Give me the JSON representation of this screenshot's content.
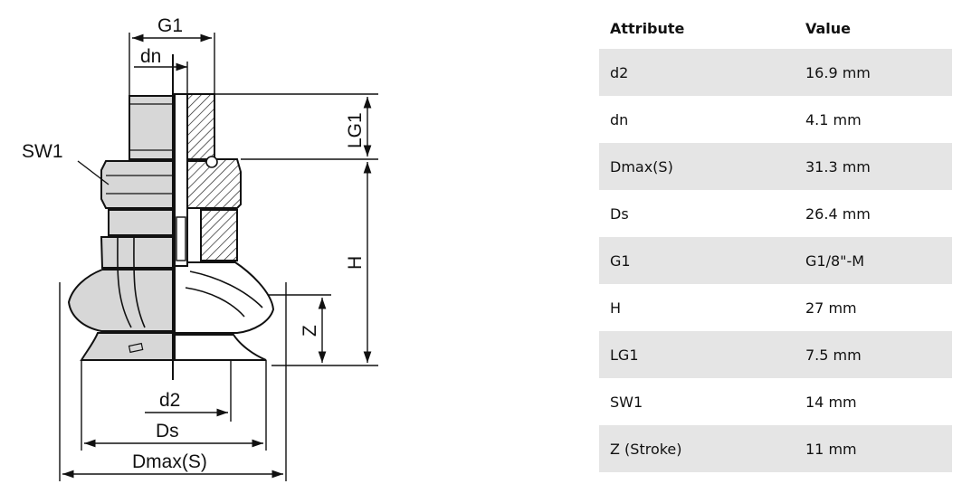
{
  "drawing": {
    "labels": {
      "g1": "G1",
      "dn": "dn",
      "sw1": "SW1",
      "lg1": "LG1",
      "h": "H",
      "z": "Z",
      "d2": "d2",
      "ds": "Ds",
      "dmax": "Dmax(S)"
    }
  },
  "table": {
    "headers": [
      "Attribute",
      "Value"
    ],
    "rows": [
      {
        "attribute": "d2",
        "value": "16.9 mm"
      },
      {
        "attribute": "dn",
        "value": "4.1 mm"
      },
      {
        "attribute": "Dmax(S)",
        "value": "31.3 mm"
      },
      {
        "attribute": "Ds",
        "value": "26.4 mm"
      },
      {
        "attribute": "G1",
        "value": "G1/8\"-M"
      },
      {
        "attribute": "H",
        "value": "27 mm"
      },
      {
        "attribute": "LG1",
        "value": "7.5 mm"
      },
      {
        "attribute": "SW1",
        "value": "14 mm"
      },
      {
        "attribute": "Z (Stroke)",
        "value": "11 mm"
      }
    ]
  }
}
